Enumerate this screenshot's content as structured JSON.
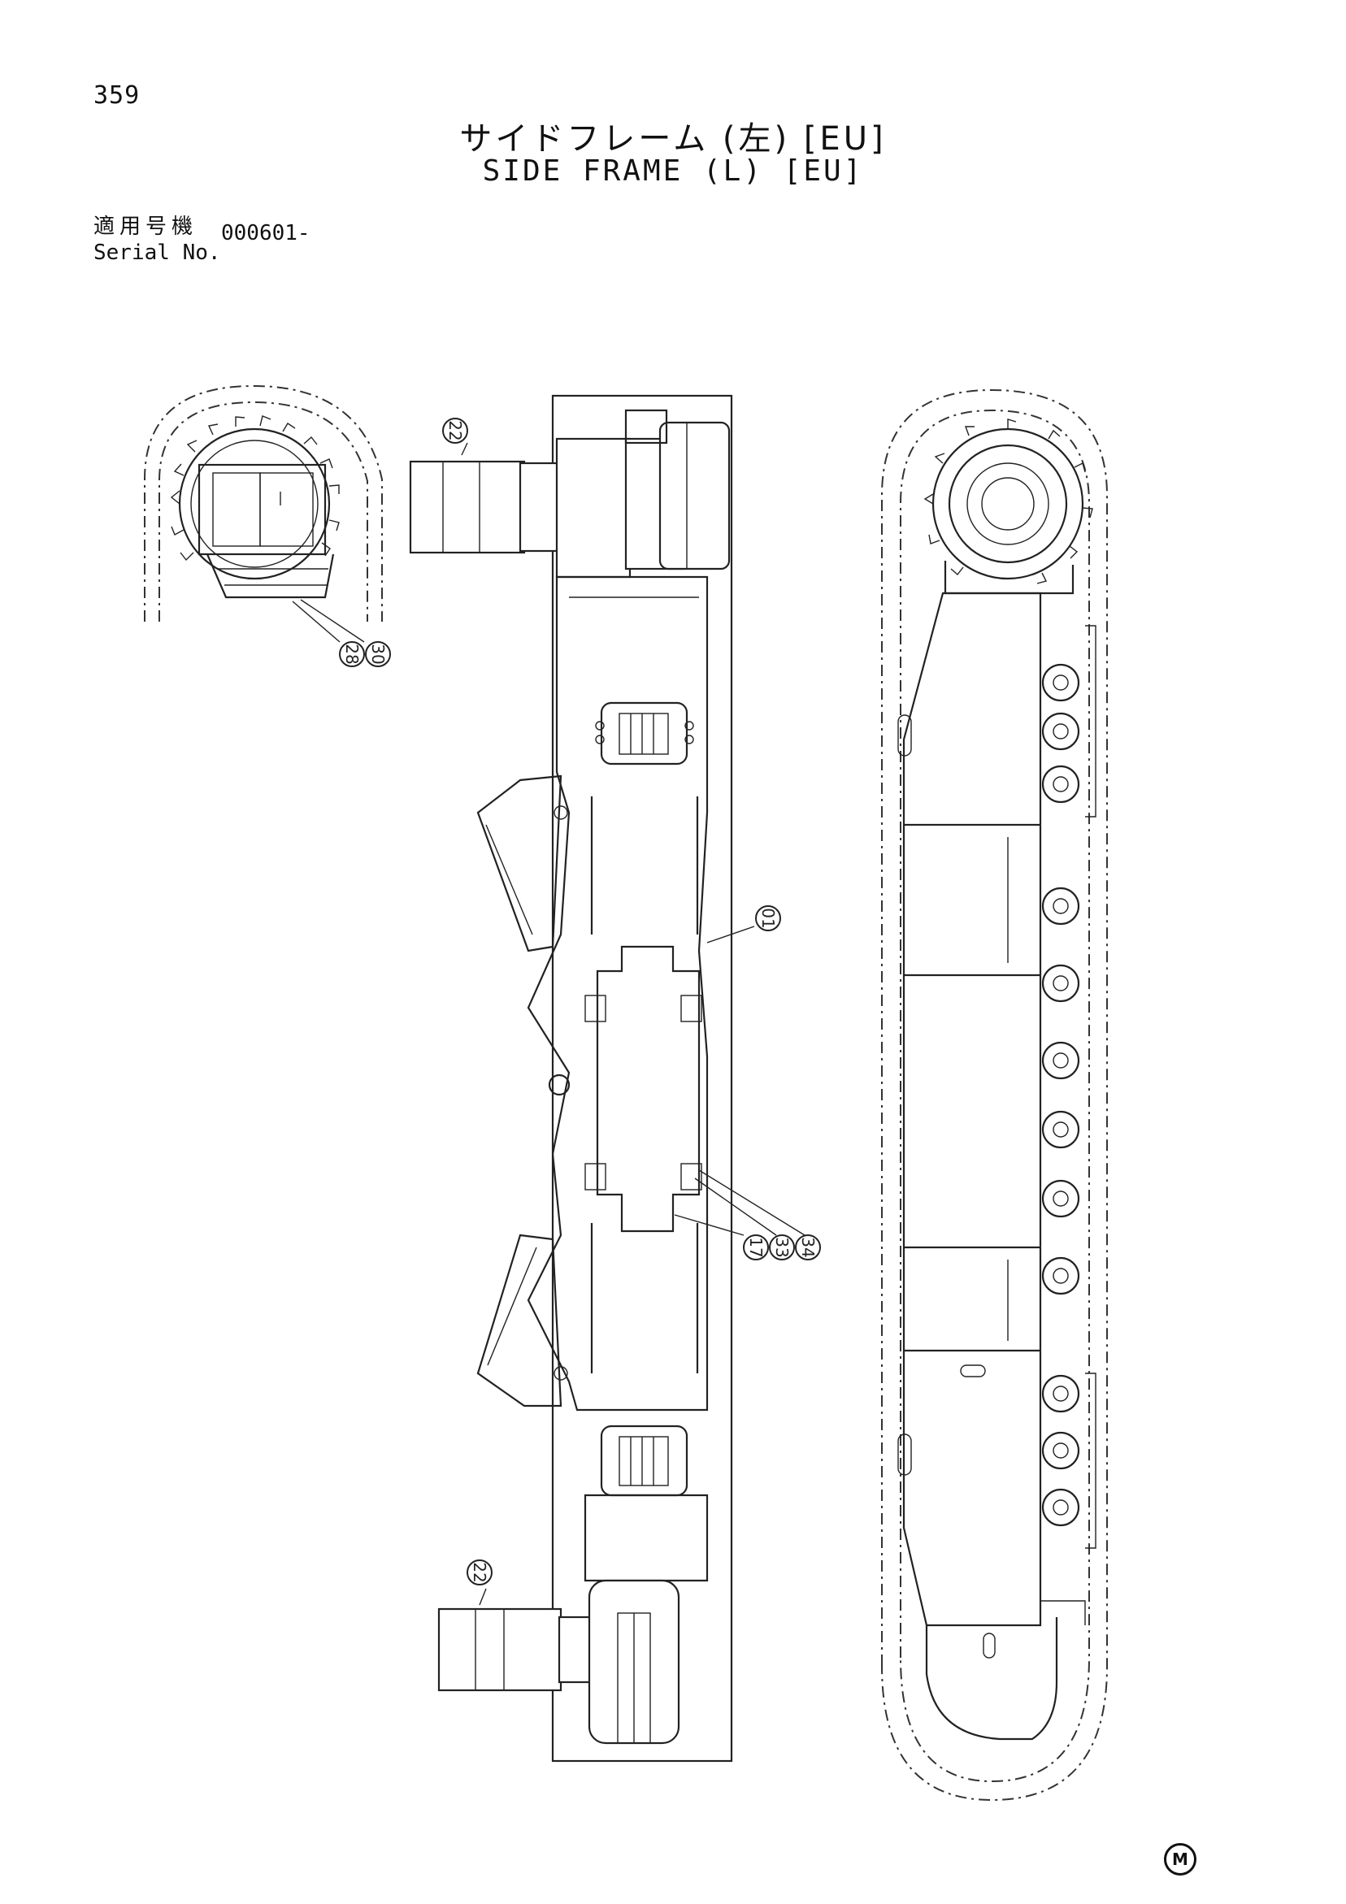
{
  "page_number": "359",
  "title": {
    "japanese": "サイドフレーム (左) [EU]",
    "english": "SIDE FRAME (L) [EU]"
  },
  "serial": {
    "label_jp": "適用号機",
    "label_en": "Serial No.",
    "value": "000601-"
  },
  "callouts": [
    "22",
    "28",
    "30",
    "01",
    "17",
    "33",
    "34",
    "22"
  ],
  "maker_mark": "M"
}
